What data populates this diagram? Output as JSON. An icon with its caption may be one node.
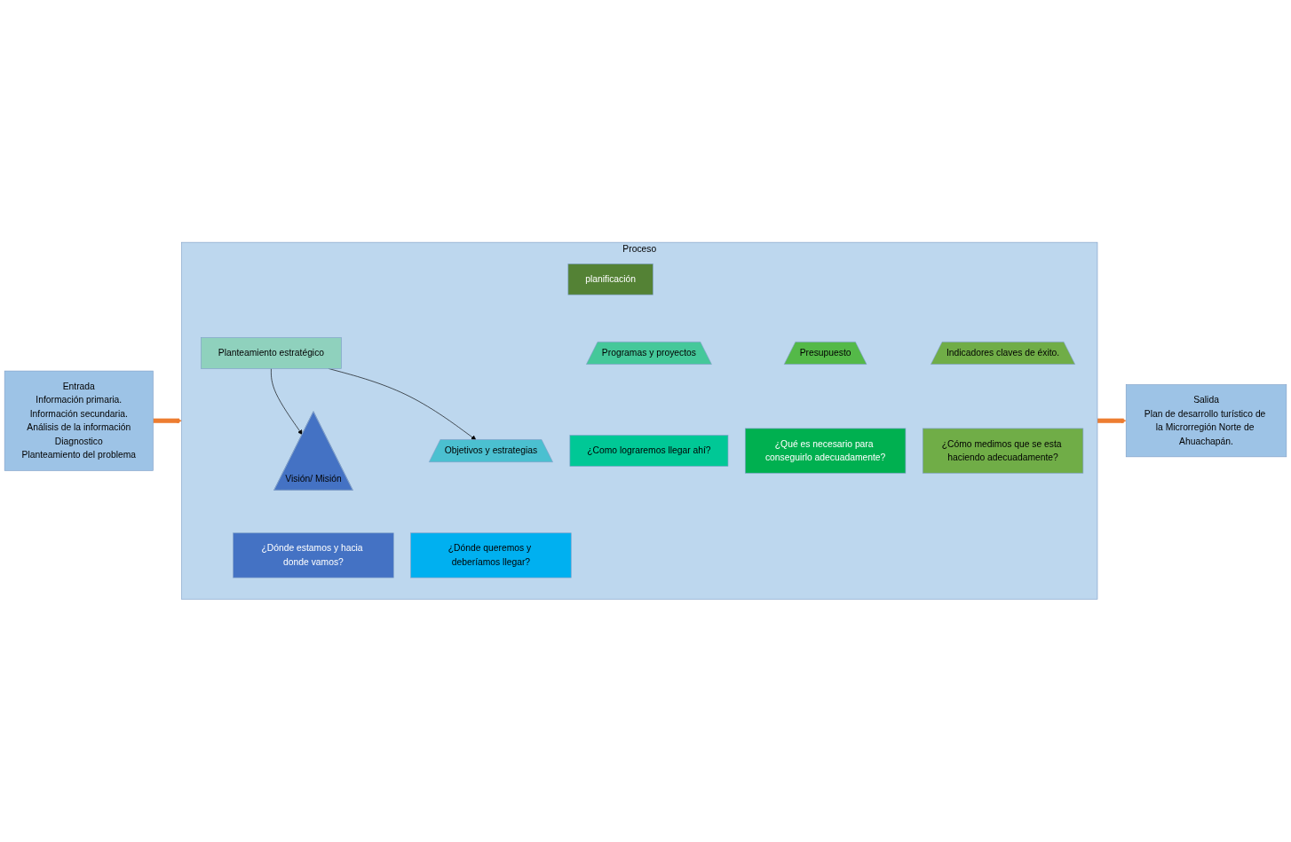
{
  "diagram": {
    "nodes": [
      {
        "text": [
          "Entrada",
          "Información primaria.",
          "Información secundaria.",
          "Análisis de la información",
          "Diagnostico",
          "Planteamiento del problema"
        ]
      },
      {
        "text": [
          "Proceso"
        ]
      },
      {
        "text": [
          "planificación"
        ],
        "in": 1
      },
      {
        "text": [
          "Planteamiento estratégico"
        ],
        "in": 1
      },
      {
        "text": [
          "Visión/ Misión"
        ],
        "in": 1
      },
      {
        "text": [
          "Objetivos y estrategias"
        ],
        "in": 1
      },
      {
        "text": [
          "Programas y proyectos"
        ],
        "in": 1
      },
      {
        "text": [
          "Presupuesto"
        ],
        "in": 1
      },
      {
        "text": [
          "Indicadores claves de éxito."
        ],
        "in": 1
      },
      {
        "text": [
          "¿Dónde estamos y hacia donde vamos?"
        ],
        "in": 1
      },
      {
        "text": [
          "¿Dónde queremos y deberíamos llegar?"
        ],
        "in": 1
      },
      {
        "text": [
          "¿Como lograremos llegar ahí?"
        ],
        "in": 1
      },
      {
        "text": [
          "¿Qué es necesario para conseguirlo adecuadamente?"
        ],
        "in": 1
      },
      {
        "text": [
          "¿Cómo medimos que se esta haciendo adecuadamente?"
        ],
        "in": 1
      },
      {
        "text": [
          "Salida",
          "Plan de desarrollo turístico de la Microrregión Norte de Ahuachapán."
        ]
      }
    ],
    "edges": [
      {
        "from": 0,
        "to": 1,
        "arrow": "to",
        "style": "thick",
        "color": "#ed7d31"
      },
      {
        "from": 3,
        "to": 4,
        "arrow": "to",
        "color": "#000000"
      },
      {
        "from": 3,
        "to": 5,
        "arrow": "to",
        "color": "#000000"
      },
      {
        "from": 1,
        "to": 14,
        "arrow": "to",
        "style": "thick",
        "color": "#ed7d31"
      }
    ]
  }
}
